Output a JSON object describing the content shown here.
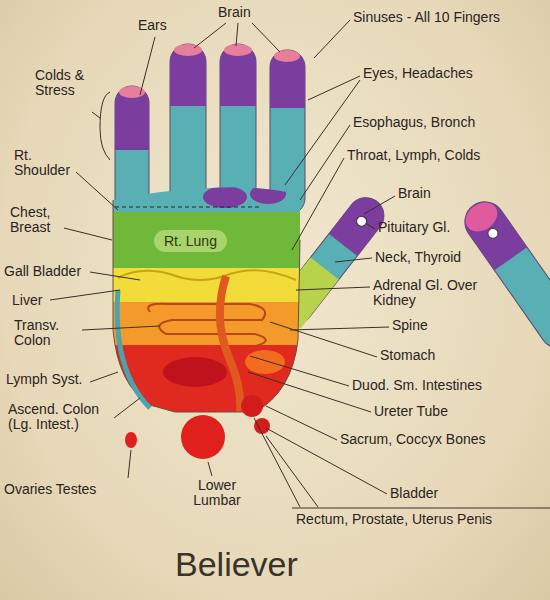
{
  "diagram": {
    "caption": "Believer",
    "nodes": [
      {
        "text": [
          "Rt. Lung"
        ]
      }
    ],
    "labels": [
      "Ears",
      "Brain",
      "Sinuses - All 10 Fingers",
      "Colds & Stress",
      "Eyes, Headaches",
      "Esophagus, Bronch",
      "Rt. Shoulder",
      "Throat, Lymph, Colds",
      "Brain",
      "Chest, Breast",
      "Pituitary Gl.",
      "Gall Bladder",
      "Neck, Thyroid",
      "Liver",
      "Adrenal Gl. Over Kidney",
      "Transv. Colon",
      "Spine",
      "Stomach",
      "Lymph Syst.",
      "Duod. Sm. Intestines",
      "Ascend. Colon (Lg. Intest.)",
      "Ureter Tube",
      "Sacrum, Coccyx Bones",
      "Ovaries Testes",
      "Lower Lumbar",
      "Bladder",
      "Rectum, Prostate, Uterus Penis"
    ]
  }
}
